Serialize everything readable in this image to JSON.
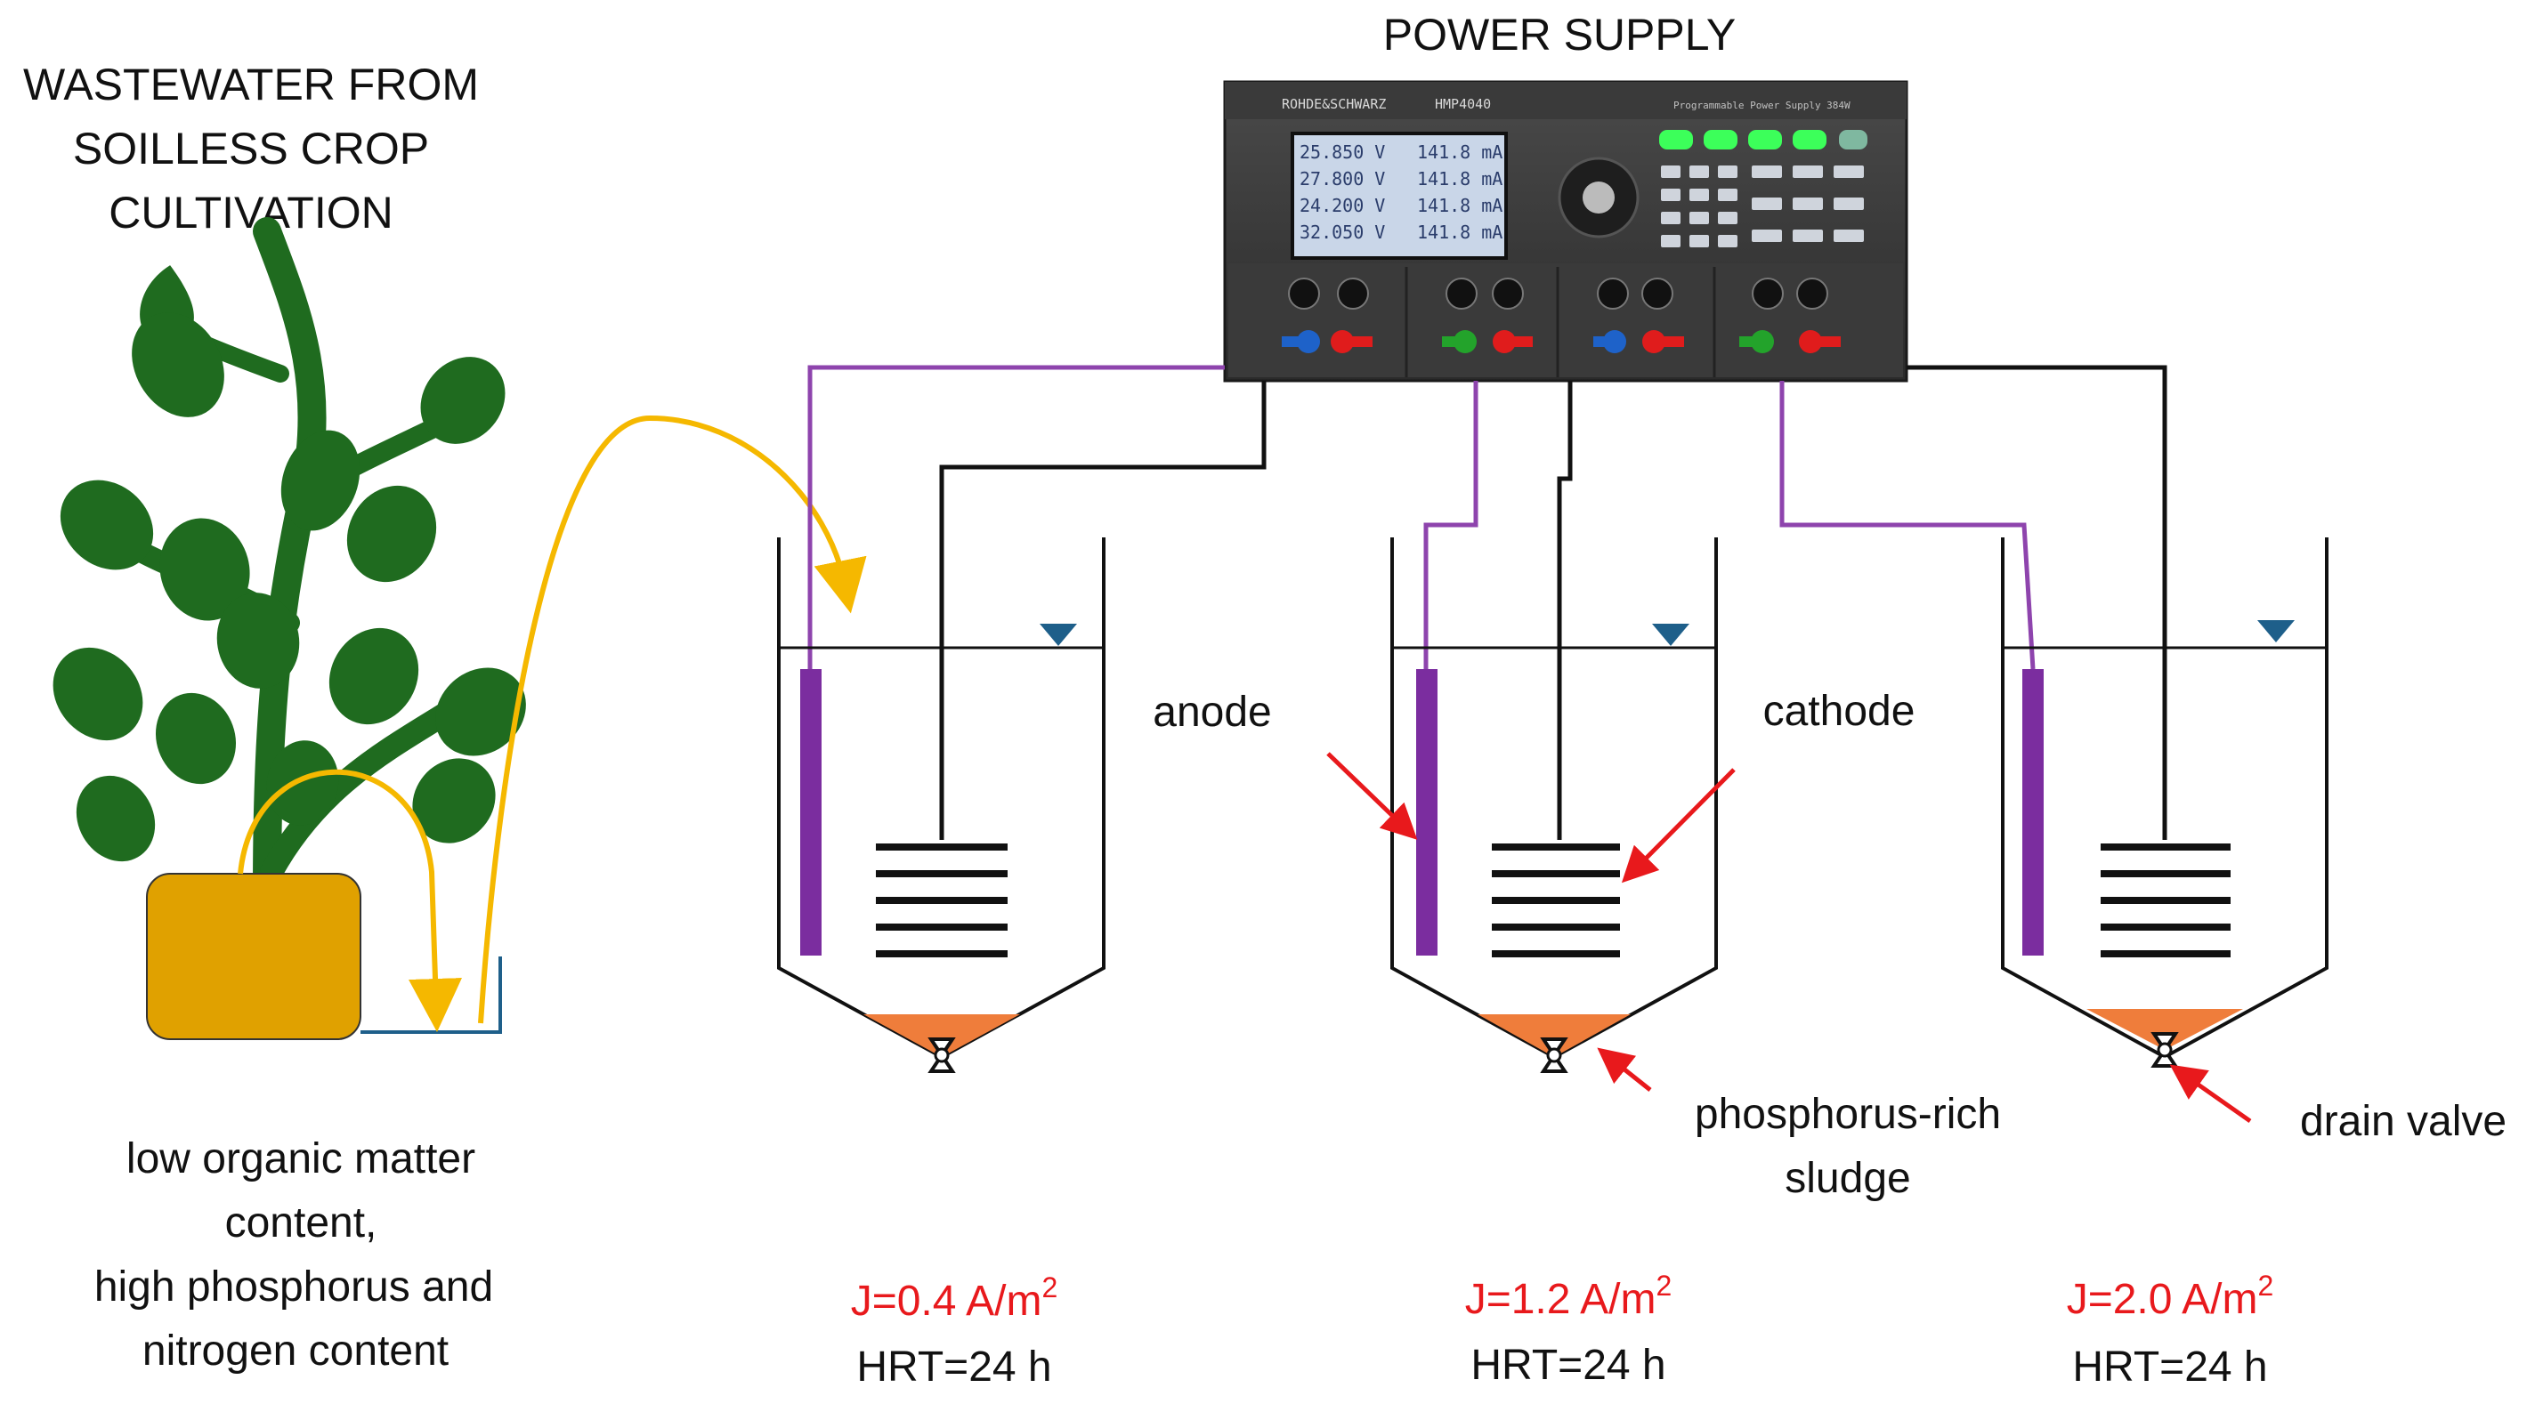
{
  "title": "POWER SUPPLY",
  "source": {
    "heading_lines": [
      "WASTEWATER FROM",
      "SOILLESS CROP",
      "CULTIVATION"
    ],
    "description_lines": [
      "low organic matter",
      "content,",
      "high phosphorus and",
      "nitrogen content"
    ]
  },
  "power_supply": {
    "brand": "ROHDE&SCHWARZ",
    "model": "HMP4040",
    "panel_text": "Programmable Power Supply 384W",
    "readouts": [
      {
        "voltage": "25.850 V",
        "current": "141.8 mA"
      },
      {
        "voltage": "27.800 V",
        "current": "141.8 mA"
      },
      {
        "voltage": "24.200 V",
        "current": "141.8 mA"
      },
      {
        "voltage": "32.050 V",
        "current": "141.8 mA"
      }
    ]
  },
  "labels": {
    "anode": "anode",
    "cathode": "cathode",
    "sludge_lines": [
      "phosphorus-rich",
      "sludge"
    ],
    "drain_valve": "drain valve"
  },
  "reactors": [
    {
      "current_density": "J=0.4 A/m",
      "unit_exp": "2",
      "hrt": "HRT=24 h"
    },
    {
      "current_density": "J=1.2 A/m",
      "unit_exp": "2",
      "hrt": "HRT=24 h"
    },
    {
      "current_density": "J=2.0 A/m",
      "unit_exp": "2",
      "hrt": "HRT=24 h"
    }
  ],
  "colors": {
    "anode": "#7b2d9f",
    "wire_anode": "#8e44ad",
    "cathode": "#111111",
    "sludge": "#ef7d3b",
    "flow_arrow": "#f5b800",
    "plant": "#1f6b1f",
    "pot": "#e0a100",
    "water_level": "#1e5f8a",
    "pointer": "#e8191c"
  }
}
